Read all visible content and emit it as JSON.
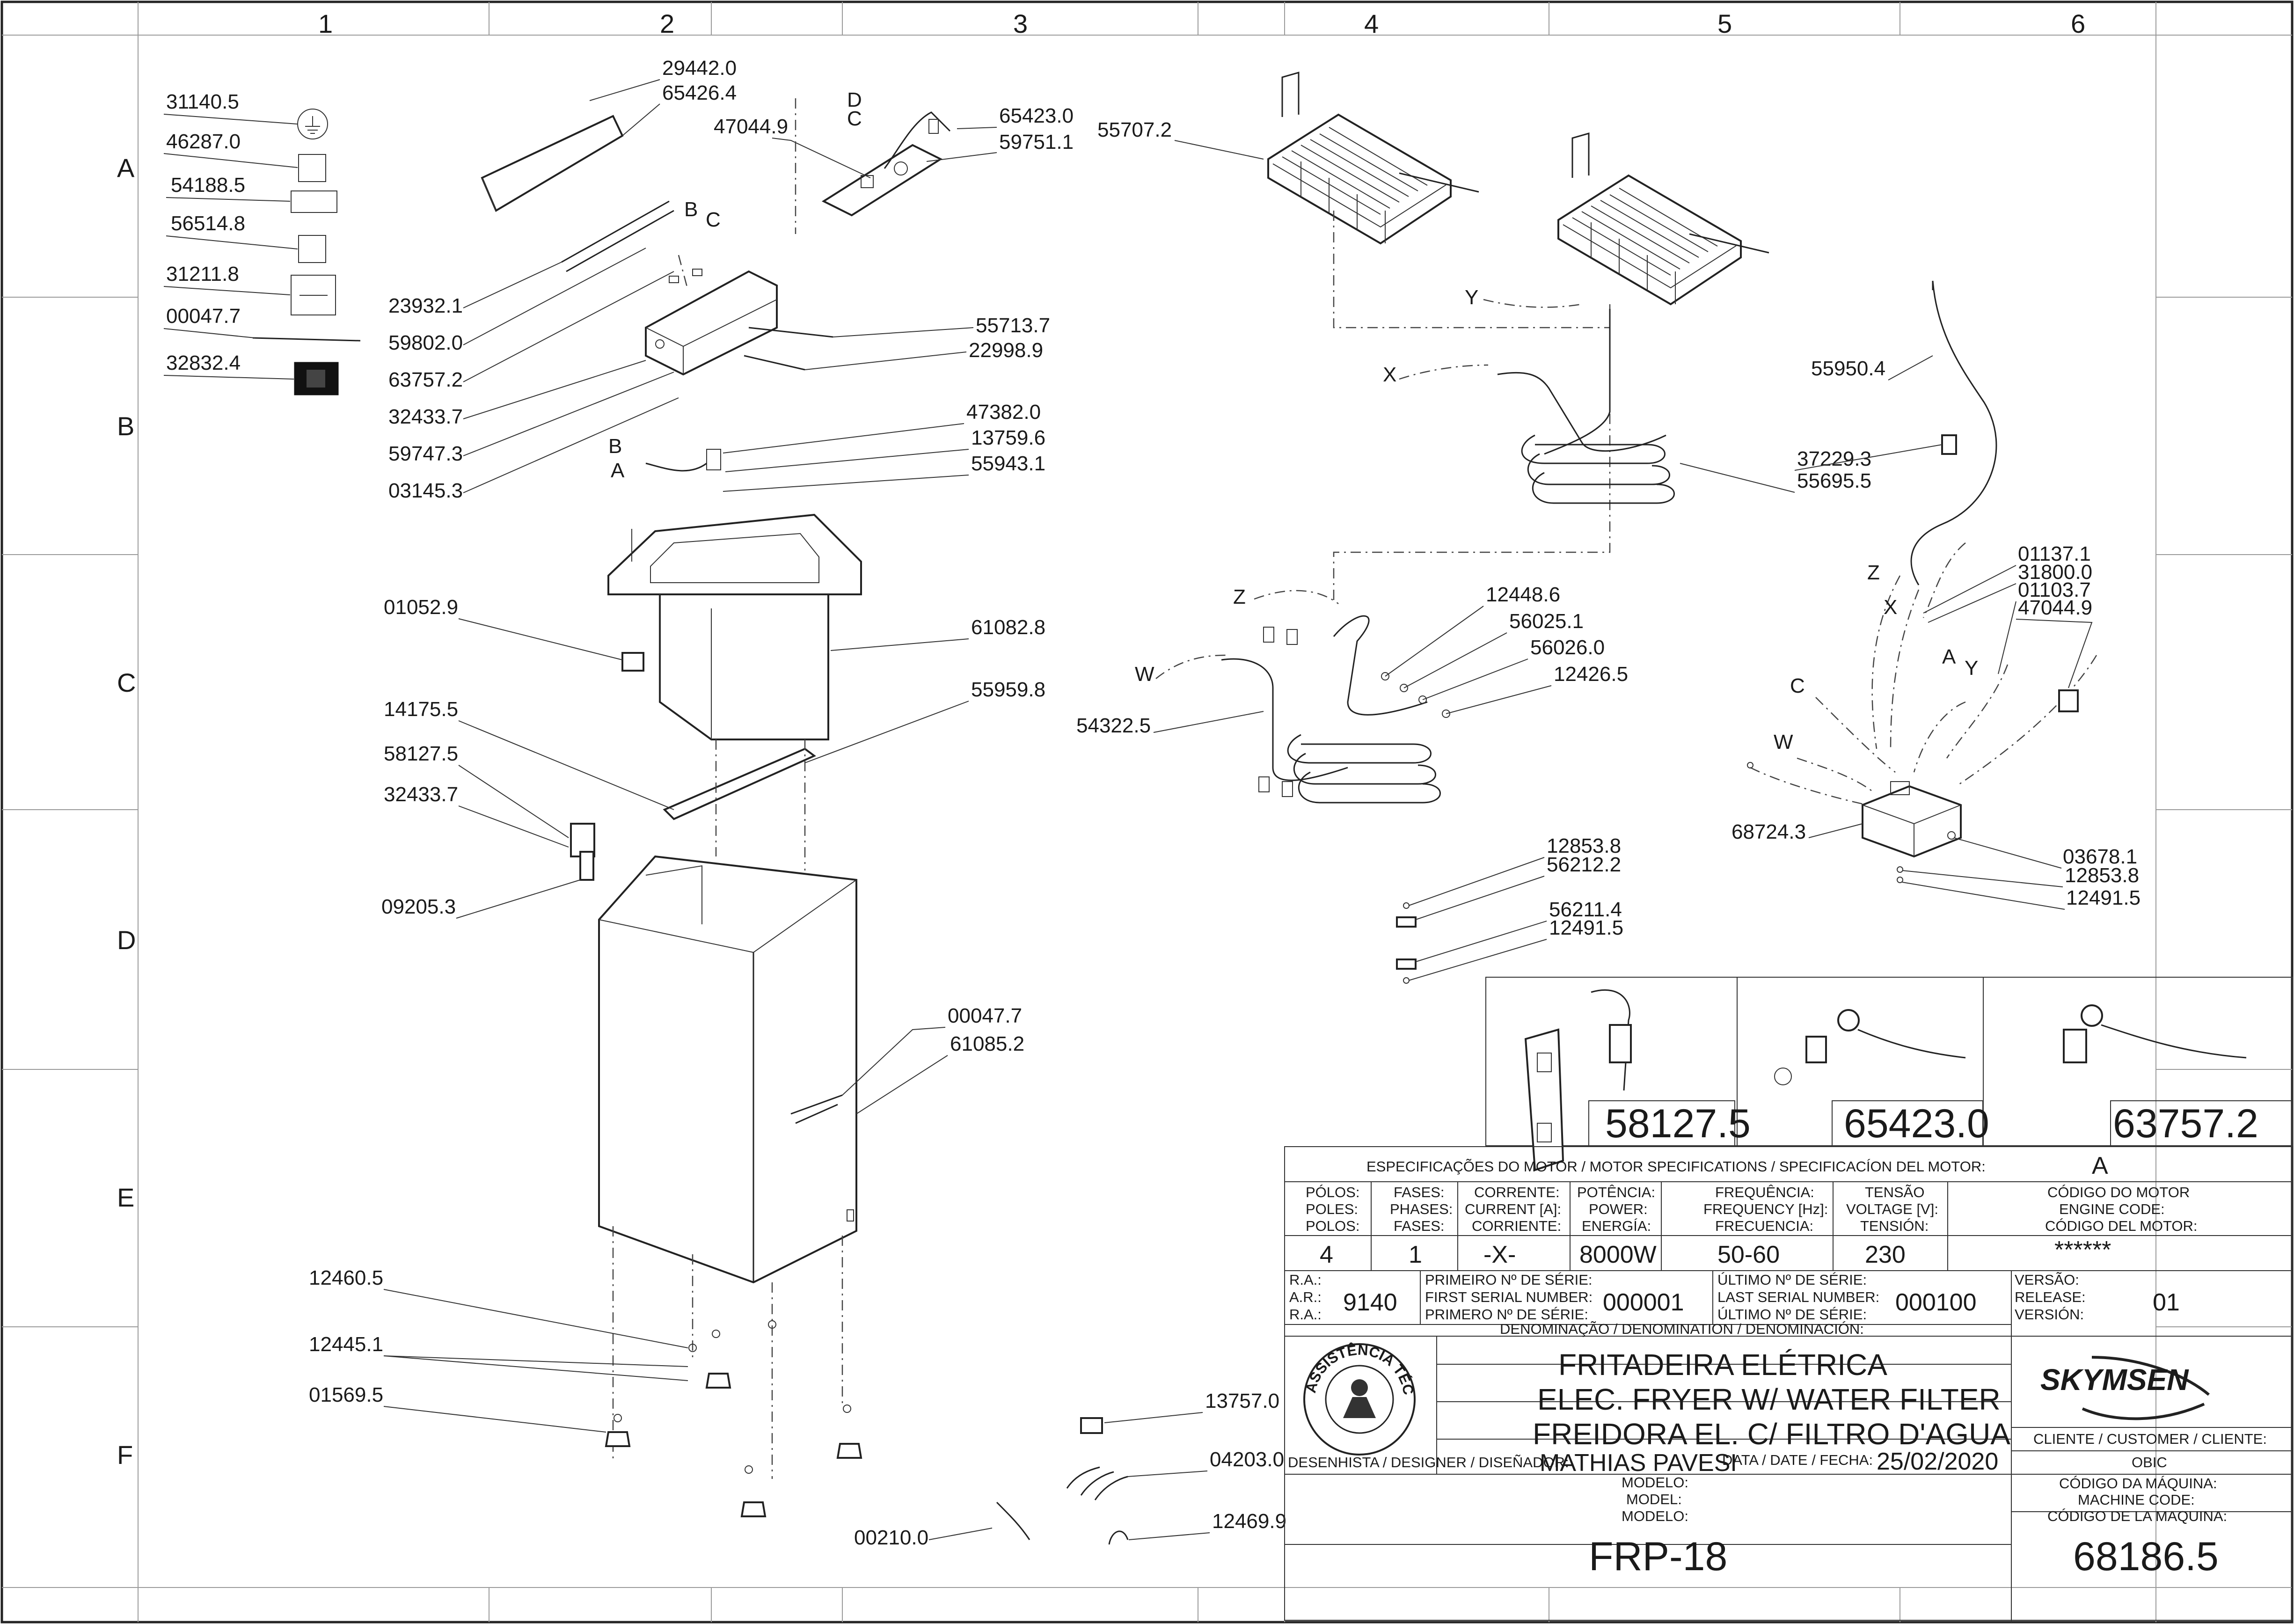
{
  "zones": {
    "columns": [
      "1",
      "2",
      "3",
      "4",
      "5",
      "6"
    ],
    "rows": [
      "A",
      "B",
      "C",
      "D",
      "E",
      "F"
    ]
  },
  "callouts": {
    "c31140_5": "31140.5",
    "c46287_0": "46287.0",
    "c54188_5": "54188.5",
    "c56514_8": "56514.8",
    "c31211_8": "31211.8",
    "c00047_7a": "00047.7",
    "c32832_4": "32832.4",
    "c29442_0": "29442.0",
    "c65426_4": "65426.4",
    "c47044_9a": "47044.9",
    "c65423_0": "65423.0",
    "c59751_1": "59751.1",
    "c55707_2": "55707.2",
    "c23932_1": "23932.1",
    "c59802_0": "59802.0",
    "c63757_2": "63757.2",
    "c32433_7a": "32433.7",
    "c59747_3": "59747.3",
    "c03145_3": "03145.3",
    "c55713_7": "55713.7",
    "c22998_9": "22998.9",
    "c47382_0": "47382.0",
    "c13759_6": "13759.6",
    "c55943_1": "55943.1",
    "c01052_9": "01052.9",
    "c61082_8": "61082.8",
    "c14175_5": "14175.5",
    "c55959_8": "55959.8",
    "c58127_5": "58127.5",
    "c32433_7b": "32433.7",
    "c09205_3": "09205.3",
    "c00047_7b": "00047.7",
    "c61085_2": "61085.2",
    "c12460_5": "12460.5",
    "c12445_1": "12445.1",
    "c01569_5": "01569.5",
    "c13757_0": "13757.0",
    "c04203_0": "04203.0",
    "c00210_0": "00210.0",
    "c12469_9": "12469.9",
    "c55950_4": "55950.4",
    "c37229_3": "37229.3",
    "c55695_5": "55695.5",
    "c12448_6": "12448.6",
    "c56025_1": "56025.1",
    "c56026_0": "56026.0",
    "c12426_5": "12426.5",
    "c54322_5": "54322.5",
    "c01137_1": "01137.1",
    "c31800_0": "31800.0",
    "c01103_7": "01103.7",
    "c47044_9b": "47044.9",
    "c68724_3": "68724.3",
    "c03678_1": "03678.1",
    "c12853_8a": "12853.8",
    "c12491_5a": "12491.5",
    "c12853_8b": "12853.8",
    "c56212_2": "56212.2",
    "c56211_4": "56211.4",
    "c12491_5b": "12491.5"
  },
  "connection_letters": {
    "D": "D",
    "C": "C",
    "B": "B",
    "A": "A",
    "X": "X",
    "Y": "Y",
    "Z": "Z",
    "W": "W"
  },
  "detail_parts": [
    "58127.5",
    "65423.0",
    "63757.2"
  ],
  "title_block": {
    "motor_spec_header": "ESPECIFICAÇÕES DO MOTOR / MOTOR SPECIFICATIONS / SPECIFICACÍON DEL MOTOR:",
    "motor_spec_value": "A",
    "poles_lines": [
      "PÓLOS:",
      "POLES:",
      "POLOS:"
    ],
    "phases_lines": [
      "FASES:",
      "PHASES:",
      "FASES:"
    ],
    "current_lines": [
      "CORRENTE:",
      "CURRENT [A]:",
      "CORRIENTE:"
    ],
    "power_lines": [
      "POTÊNCIA:",
      "POWER:",
      "ENERGÍA:"
    ],
    "frequency_lines": [
      "FREQUÊNCIA:",
      "FREQUENCY [Hz]:",
      "FRECUENCIA:"
    ],
    "voltage_lines": [
      "TENSÃO",
      "VOLTAGE [V]:",
      "TENSIÓN:"
    ],
    "engine_code_lines": [
      "CÓDIGO DO MOTOR",
      "ENGINE CODE:",
      "CÓDIGO DEL MOTOR:"
    ],
    "poles": "4",
    "phases": "1",
    "current": "-X-",
    "power": "8000W",
    "frequency": "50-60",
    "voltage": "230",
    "engine_code": "******",
    "ra_lines": [
      "R.A.:",
      "A.R.:",
      "R.A.:"
    ],
    "ra_value": "9140",
    "first_serial_lines": [
      "PRIMEIRO Nº DE SÉRIE:",
      "FIRST SERIAL NUMBER:",
      "PRIMERO Nº DE SÉRIE:"
    ],
    "first_serial": "000001",
    "last_serial_lines": [
      "ÚLTIMO Nº DE SÉRIE:",
      "LAST SERIAL NUMBER:",
      "ÚLTIMO Nº DE SÉRIE:"
    ],
    "last_serial": "000100",
    "version_lines": [
      "VERSÃO:",
      "RELEASE:",
      "VERSIÓN:"
    ],
    "version": "01",
    "denomination_header": "DENOMINAÇÃO / DENOMINATION / DENOMINACIÓN:",
    "name_pt": "FRITADEIRA ELÉTRICA",
    "name_en": "ELEC. FRYER W/ WATER FILTER",
    "name_es": "FREIDORA EL. C/ FILTRO D'AGUA",
    "brand": "SKYMSEN",
    "seal_text": "ASSISTÊNCIA TÉCNICA AUTORIZADA",
    "designer_label": "DESENHISTA / DESIGNER / DISEÑADOR:",
    "designer": "MATHIAS PAVESI",
    "date_label": "DATA / DATE / FECHA:",
    "date": "25/02/2020",
    "client_label": "CLIENTE / CUSTOMER / CLIENTE:",
    "client": "OBIC",
    "model_lines": [
      "MODELO:",
      "MODEL:",
      "MODELO:"
    ],
    "model": "FRP-18",
    "machine_code_lines": [
      "CÓDIGO DA MÁQUINA:",
      "MACHINE CODE:",
      "CÓDIGO DE LA MAQUINA:"
    ],
    "machine_code": "68186.5"
  }
}
